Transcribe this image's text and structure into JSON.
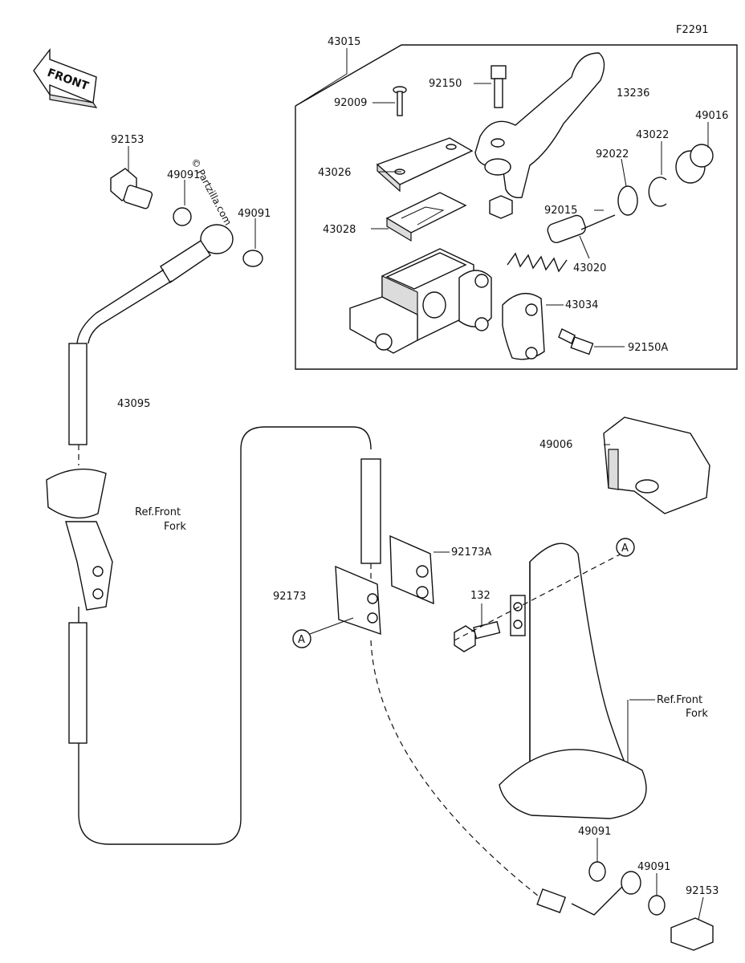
{
  "diagram_code": "F2291",
  "watermark": "© Partzilla.com",
  "front_label": "FRONT",
  "ref_note_1": [
    "Ref.Front",
    "Fork"
  ],
  "ref_note_2": [
    "Ref.Front",
    "Fork"
  ],
  "footer_text": [
    "",
    ""
  ],
  "callout_letter": "A",
  "part_labels": [
    "43015",
    "92150",
    "13236",
    "49016",
    "92009",
    "43022",
    "92022",
    "43026",
    "92015",
    "43028",
    "43020",
    "43034",
    "92150A",
    "92153",
    "49091",
    "49091",
    "43095",
    "49006",
    "92173A",
    "92173",
    "132",
    "49091",
    "49091",
    "92153"
  ]
}
